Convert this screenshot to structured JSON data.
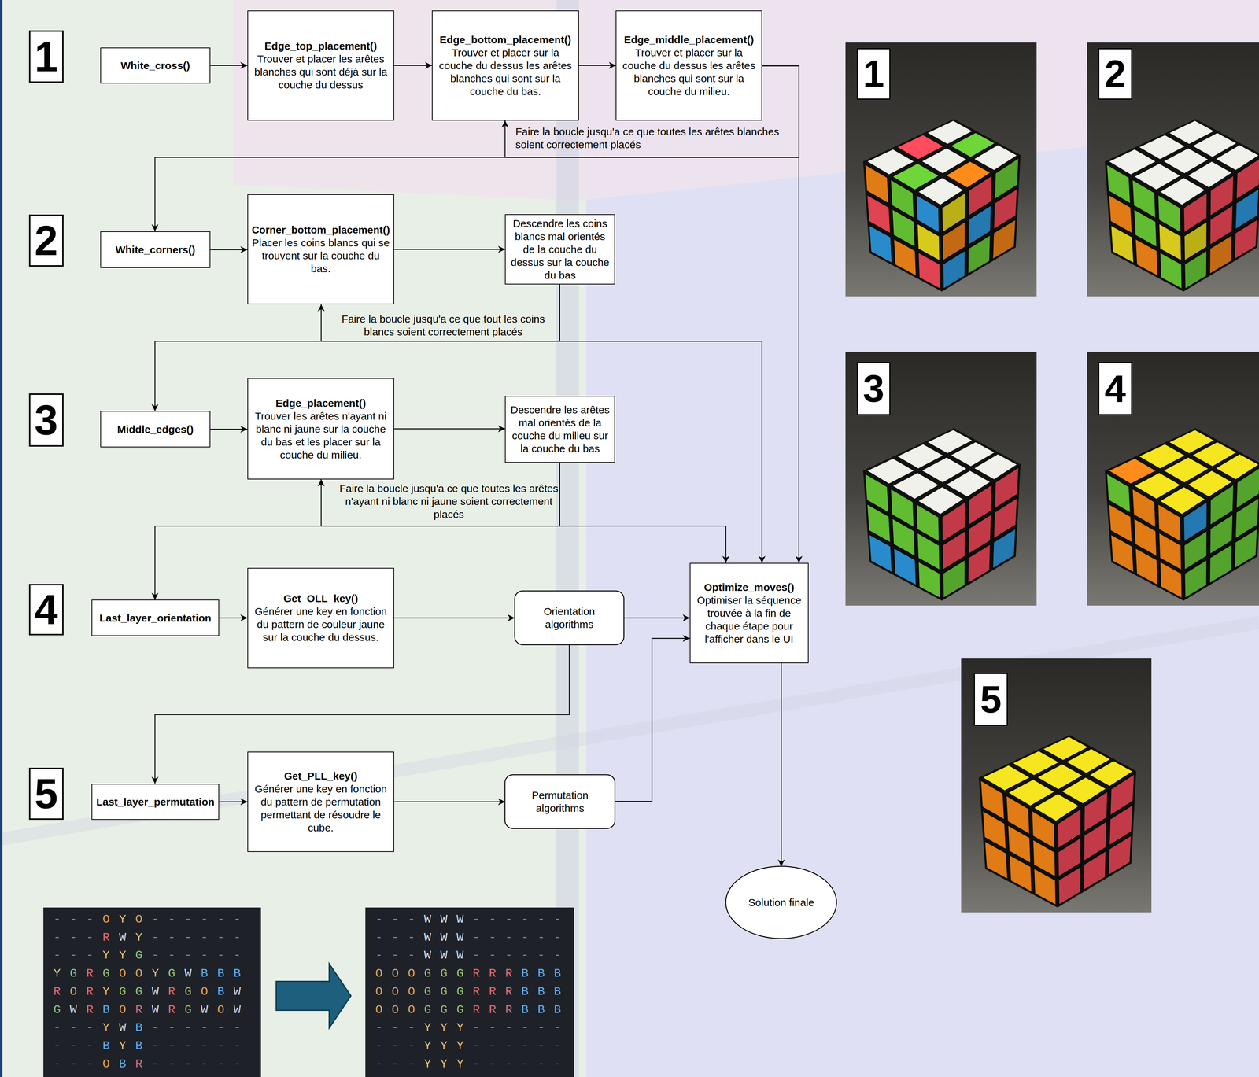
{
  "diagram": {
    "nodes": [
      {
        "text": [
          "1"
        ]
      },
      {
        "text": [
          "White_cross()"
        ]
      },
      {
        "text": [
          "Edge_top_placement()",
          "Trouver et placer les arêtes blanches qui sont déjà sur la couche du dessus"
        ]
      },
      {
        "text": [
          "Edge_bottom_placement()",
          "Trouver et placer sur la couche du dessus les arêtes blanches qui sont sur la couche du bas."
        ]
      },
      {
        "text": [
          "Edge_middle_placement()",
          "Trouver et placer sur la couche du dessus les arêtes blanches qui sont sur la couche du milieu."
        ]
      },
      {
        "text": [
          "1"
        ]
      },
      {
        "text": [
          "2"
        ]
      },
      {
        "text": [
          "2"
        ]
      },
      {
        "text": [
          "White_corners()"
        ]
      },
      {
        "text": [
          "Corner_bottom_placement()",
          "Placer les coins blancs qui se trouvent sur la couche du bas."
        ]
      },
      {
        "text": [
          "Descendre les coins blancs mal orientés de la couche du dessus sur la couche du bas"
        ]
      },
      {
        "text": [
          "3"
        ]
      },
      {
        "text": [
          "Middle_edges()"
        ]
      },
      {
        "text": [
          "Edge_placement()",
          "Trouver les arêtes n'ayant ni blanc ni jaune sur la couche du bas et les placer sur la couche du milieu."
        ]
      },
      {
        "text": [
          "Descendre les arêtes mal orientés de la couche du milieu sur la couche du bas"
        ]
      },
      {
        "text": [
          "3"
        ]
      },
      {
        "text": [
          "4"
        ]
      },
      {
        "text": [
          "4"
        ]
      },
      {
        "text": [
          "Last_layer_orientation"
        ]
      },
      {
        "text": [
          "Get_OLL_key()",
          "Générer une key en fonction du pattern de couleur jaune sur la couche du dessus."
        ]
      },
      {
        "text": [
          "Orientation algorithms"
        ]
      },
      {
        "text": [
          "Optimize_moves()",
          "Optimiser la séquence trouvée à la fin de chaque étape pour l'afficher dans le UI"
        ]
      },
      {
        "text": [
          "5"
        ]
      },
      {
        "text": [
          "Last_layer_permutation"
        ]
      },
      {
        "text": [
          "Get_PLL_key()",
          "Générer une key en fonction du pattern de permutation permettant de résoudre le cube."
        ]
      },
      {
        "text": [
          "Permutation algorithms"
        ]
      },
      {
        "text": [
          "5"
        ]
      },
      {
        "text": [
          "Solution finale"
        ]
      }
    ],
    "edges": [
      {
        "from": 1,
        "to": 2,
        "arrow": "to"
      },
      {
        "from": 2,
        "to": 3,
        "arrow": "to"
      },
      {
        "from": 3,
        "to": 4,
        "arrow": "to"
      },
      {
        "from": 4,
        "to": 3,
        "label": "Faire la boucle jusqu'a ce que toutes les arêtes blanches soient correctement placés",
        "arrow": "to"
      },
      {
        "from": 4,
        "to": 8,
        "arrow": "to"
      },
      {
        "from": 4,
        "to": 21,
        "arrow": "to"
      },
      {
        "from": 8,
        "to": 9,
        "arrow": "to"
      },
      {
        "from": 9,
        "to": 10,
        "arrow": "to"
      },
      {
        "from": 10,
        "to": 9,
        "label": "Faire la boucle jusqu'a ce que tout les coins blancs soient correctement placés",
        "arrow": "to"
      },
      {
        "from": 10,
        "to": 12,
        "arrow": "to"
      },
      {
        "from": 10,
        "to": 21,
        "arrow": "to"
      },
      {
        "from": 12,
        "to": 13,
        "arrow": "to"
      },
      {
        "from": 13,
        "to": 14,
        "arrow": "to"
      },
      {
        "from": 14,
        "to": 13,
        "label": "Faire la boucle jusqu'a ce que toutes les arêtes n'ayant ni blanc ni jaune soient correctement placés",
        "arrow": "to"
      },
      {
        "from": 14,
        "to": 18,
        "arrow": "to"
      },
      {
        "from": 14,
        "to": 21,
        "arrow": "to"
      },
      {
        "from": 18,
        "to": 19,
        "arrow": "to"
      },
      {
        "from": 19,
        "to": 20,
        "arrow": "to"
      },
      {
        "from": 20,
        "to": 21,
        "arrow": "to"
      },
      {
        "from": 20,
        "to": 23,
        "arrow": "to"
      },
      {
        "from": 23,
        "to": 24,
        "arrow": "to"
      },
      {
        "from": 24,
        "to": 25,
        "arrow": "to"
      },
      {
        "from": 25,
        "to": 21,
        "arrow": "to"
      },
      {
        "from": 21,
        "to": 27,
        "arrow": "to"
      }
    ],
    "labels": [
      "-",
      "-",
      "-",
      "O",
      "Y",
      "O",
      "-",
      "-",
      "-",
      "-",
      "-",
      "-",
      "-",
      "-",
      "-",
      "R",
      "W",
      "Y",
      "-",
      "-",
      "-",
      "-",
      "-",
      "-",
      "-",
      "-",
      "-",
      "Y",
      "Y",
      "G",
      "-",
      "-",
      "-",
      "-",
      "-",
      "-",
      "Y",
      "G",
      "R",
      "G",
      "O",
      "O",
      "Y",
      "G",
      "W",
      "B",
      "B",
      "B",
      "R",
      "O",
      "R",
      "Y",
      "G",
      "G",
      "W",
      "R",
      "G",
      "O",
      "B",
      "W",
      "G",
      "W",
      "R",
      "B",
      "O",
      "R",
      "W",
      "R",
      "G",
      "W",
      "O",
      "W",
      "-",
      "-",
      "-",
      "Y",
      "W",
      "B",
      "-",
      "-",
      "-",
      "-",
      "-",
      "-",
      "-",
      "-",
      "-",
      "B",
      "Y",
      "B",
      "-",
      "-",
      "-",
      "-",
      "-",
      "-",
      "-",
      "-",
      "-",
      "O",
      "B",
      "R",
      "-",
      "-",
      "-",
      "-",
      "-",
      "-",
      "-",
      "-",
      "-",
      "W",
      "W",
      "W",
      "-",
      "-",
      "-",
      "-",
      "-",
      "-",
      "-",
      "-",
      "-",
      "W",
      "W",
      "W",
      "-",
      "-",
      "-",
      "-",
      "-",
      "-",
      "-",
      "-",
      "-",
      "W",
      "W",
      "W",
      "-",
      "-",
      "-",
      "-",
      "-",
      "-",
      "O",
      "O",
      "O",
      "G",
      "G",
      "G",
      "R",
      "R",
      "R",
      "B",
      "B",
      "B",
      "O",
      "O",
      "O",
      "G",
      "G",
      "G",
      "R",
      "R",
      "R",
      "B",
      "B",
      "B",
      "O",
      "O",
      "O",
      "G",
      "G",
      "G",
      "R",
      "R",
      "R",
      "B",
      "B",
      "B",
      "-",
      "-",
      "-",
      "Y",
      "Y",
      "Y",
      "-",
      "-",
      "-",
      "-",
      "-",
      "-",
      "-",
      "-",
      "-",
      "Y",
      "Y",
      "Y",
      "-",
      "-",
      "-",
      "-",
      "-",
      "-",
      "-",
      "-",
      "-",
      "Y",
      "Y",
      "Y",
      "-",
      "-",
      "-",
      "-",
      "-",
      "-"
    ]
  }
}
